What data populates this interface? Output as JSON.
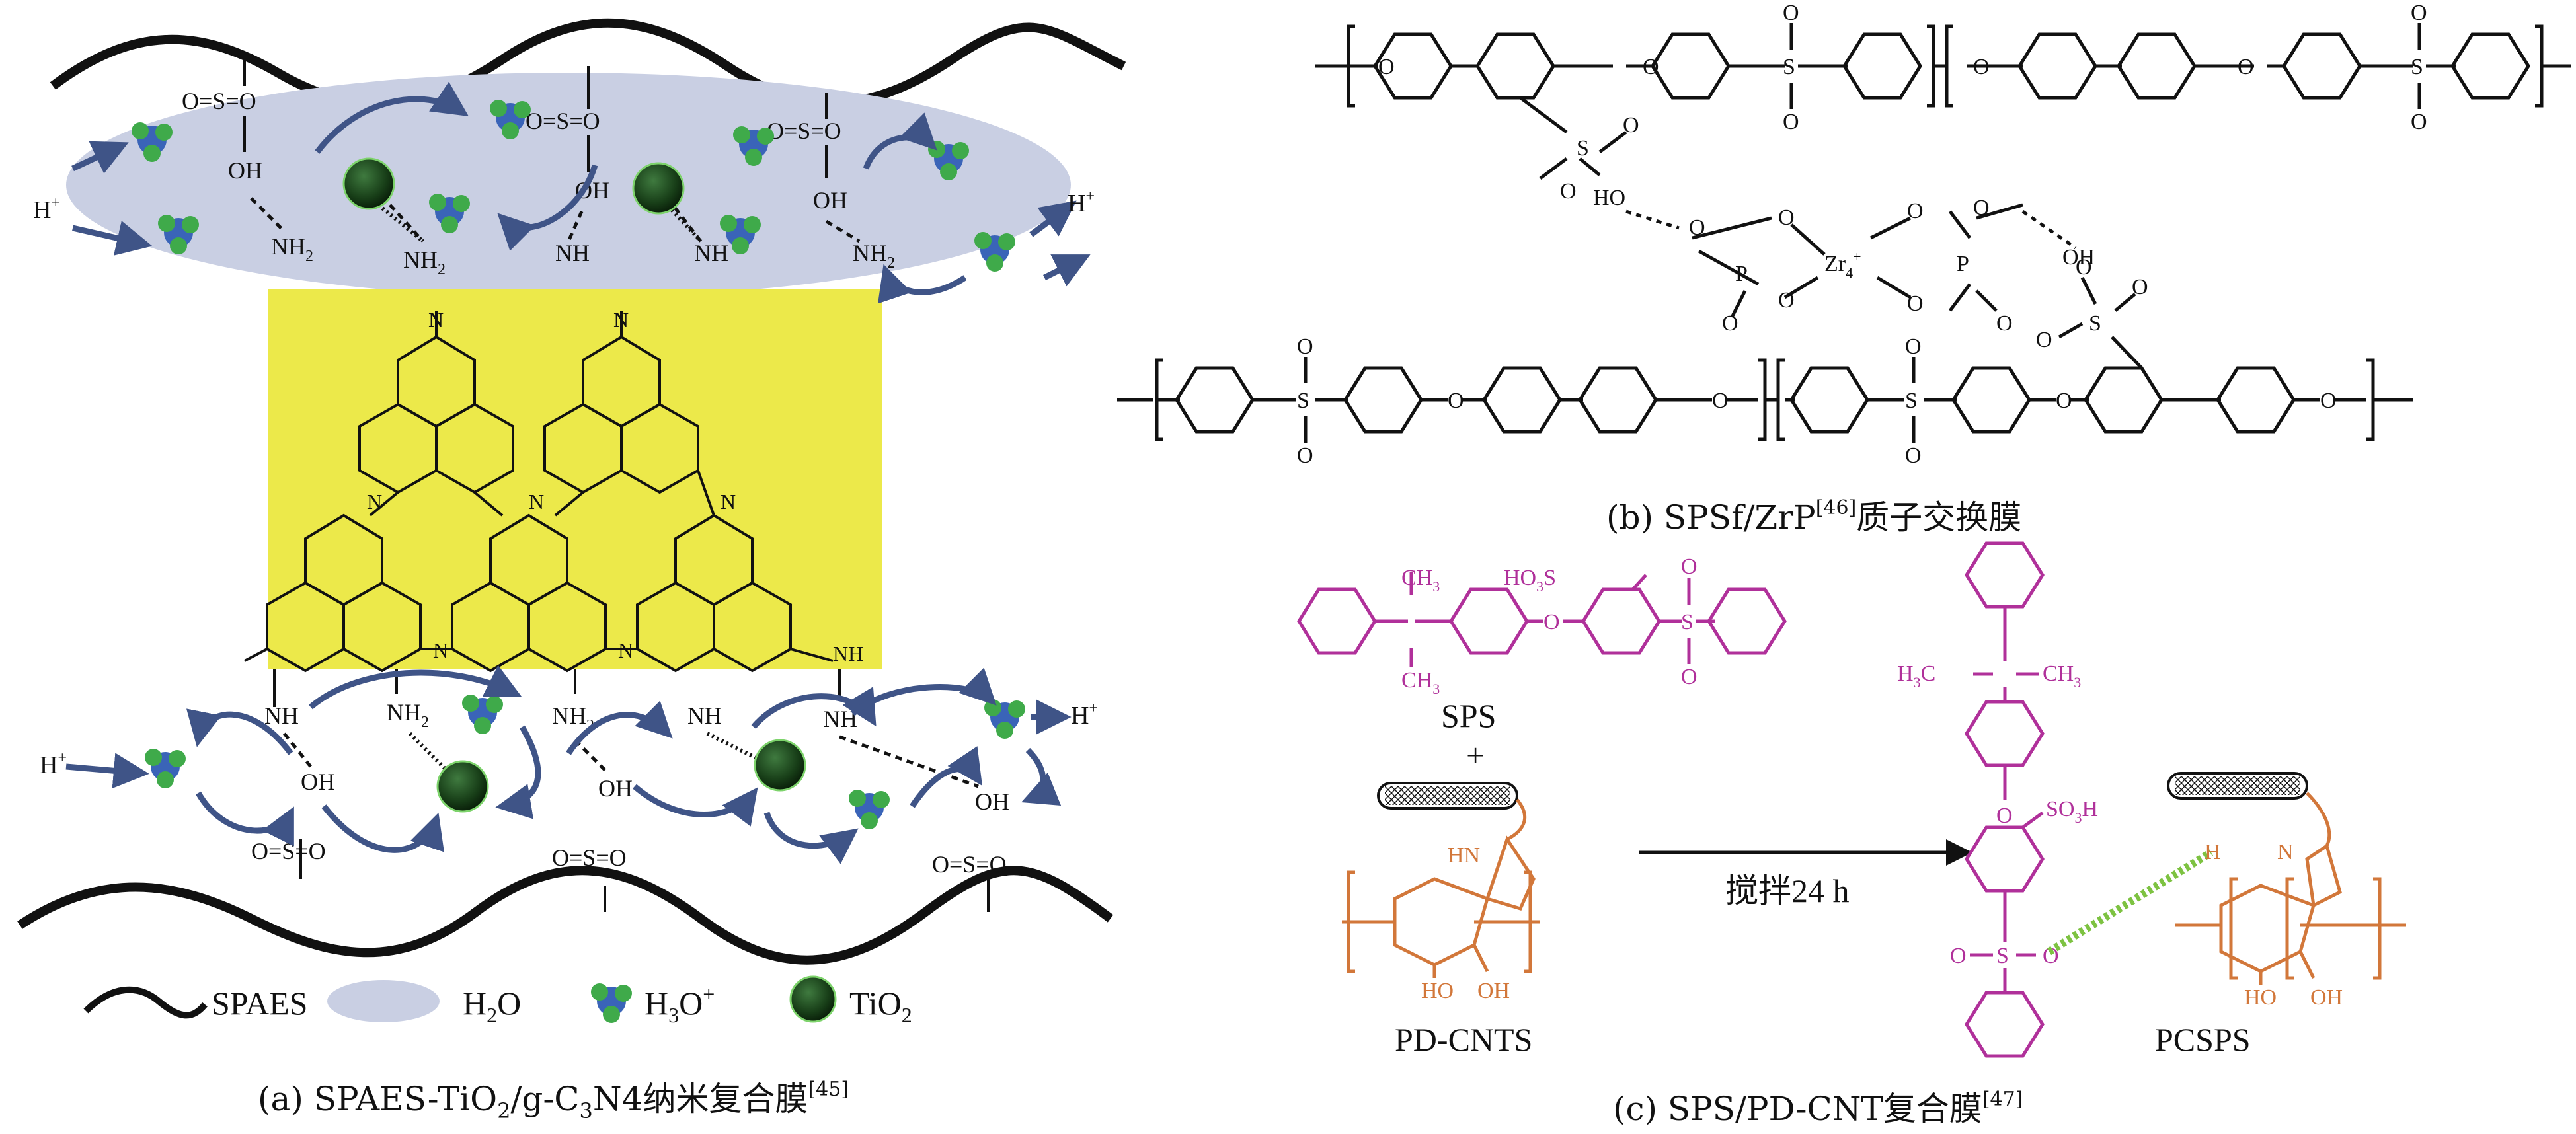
{
  "panel_a": {
    "caption_main": "(a) SPAES-TiO",
    "caption_sub1": "2",
    "caption_mid": "/g-C",
    "caption_sub2": "3",
    "caption_tail": "N4纳米复合膜",
    "caption_ref": "[45]",
    "legend": {
      "spaes": "SPAES",
      "h2o_main": "H",
      "h2o_sub": "2",
      "h2o_tail": "O",
      "h3o_main": "H",
      "h3o_sub": "3",
      "h3o_tail": "O",
      "h3o_sup": "+",
      "tio2_main": "TiO",
      "tio2_sub": "2"
    },
    "labels": {
      "h_plus": "H",
      "plus": "+",
      "oso": "O=S=O",
      "oh": "OH",
      "nh2_main": "NH",
      "nh2_sub": "2",
      "nh": "NH",
      "n": "N"
    }
  },
  "panel_b": {
    "caption_main": "(b) SPSf/ZrP",
    "caption_ref": "[46]",
    "caption_tail": "质子交换膜",
    "labels": {
      "o": "O",
      "s": "S",
      "p": "P",
      "ho": "HO",
      "oh": "OH",
      "zr_main": "Zr",
      "zr_sub": "4",
      "zr_sup": "+"
    }
  },
  "panel_c": {
    "caption_main": "(c) SPS/PD-CNT复合膜",
    "caption_ref": "[47]",
    "sps": "SPS",
    "plus": "+",
    "pd_cnts": "PD-CNTS",
    "pcsps": "PCSPS",
    "arrow_label": "搅拌24 h",
    "labels": {
      "ch3": "CH",
      "ch3_sub": "3",
      "h3c": "H",
      "h3c_sub": "3",
      "h3c_tail": "C",
      "ho3s": "HO",
      "ho3s_sub": "3",
      "ho3s_tail": "S",
      "so3h": "SO",
      "so3h_sub": "3",
      "so3h_tail": "H",
      "o": "O",
      "s": "S",
      "hn": "HN",
      "n": "N",
      "h": "H",
      "ho": "HO",
      "oh": "OH"
    }
  },
  "colors": {
    "yellow": "#ece94a",
    "water": "#c9cfe3",
    "arrow": "#3f5487",
    "magenta": "#b0309a",
    "orange": "#d2773a",
    "hbond": "#7dc241",
    "tio2": "#1d4a1d",
    "h3o_blue": "#3a64b8",
    "h3o_green": "#3faa4a"
  }
}
